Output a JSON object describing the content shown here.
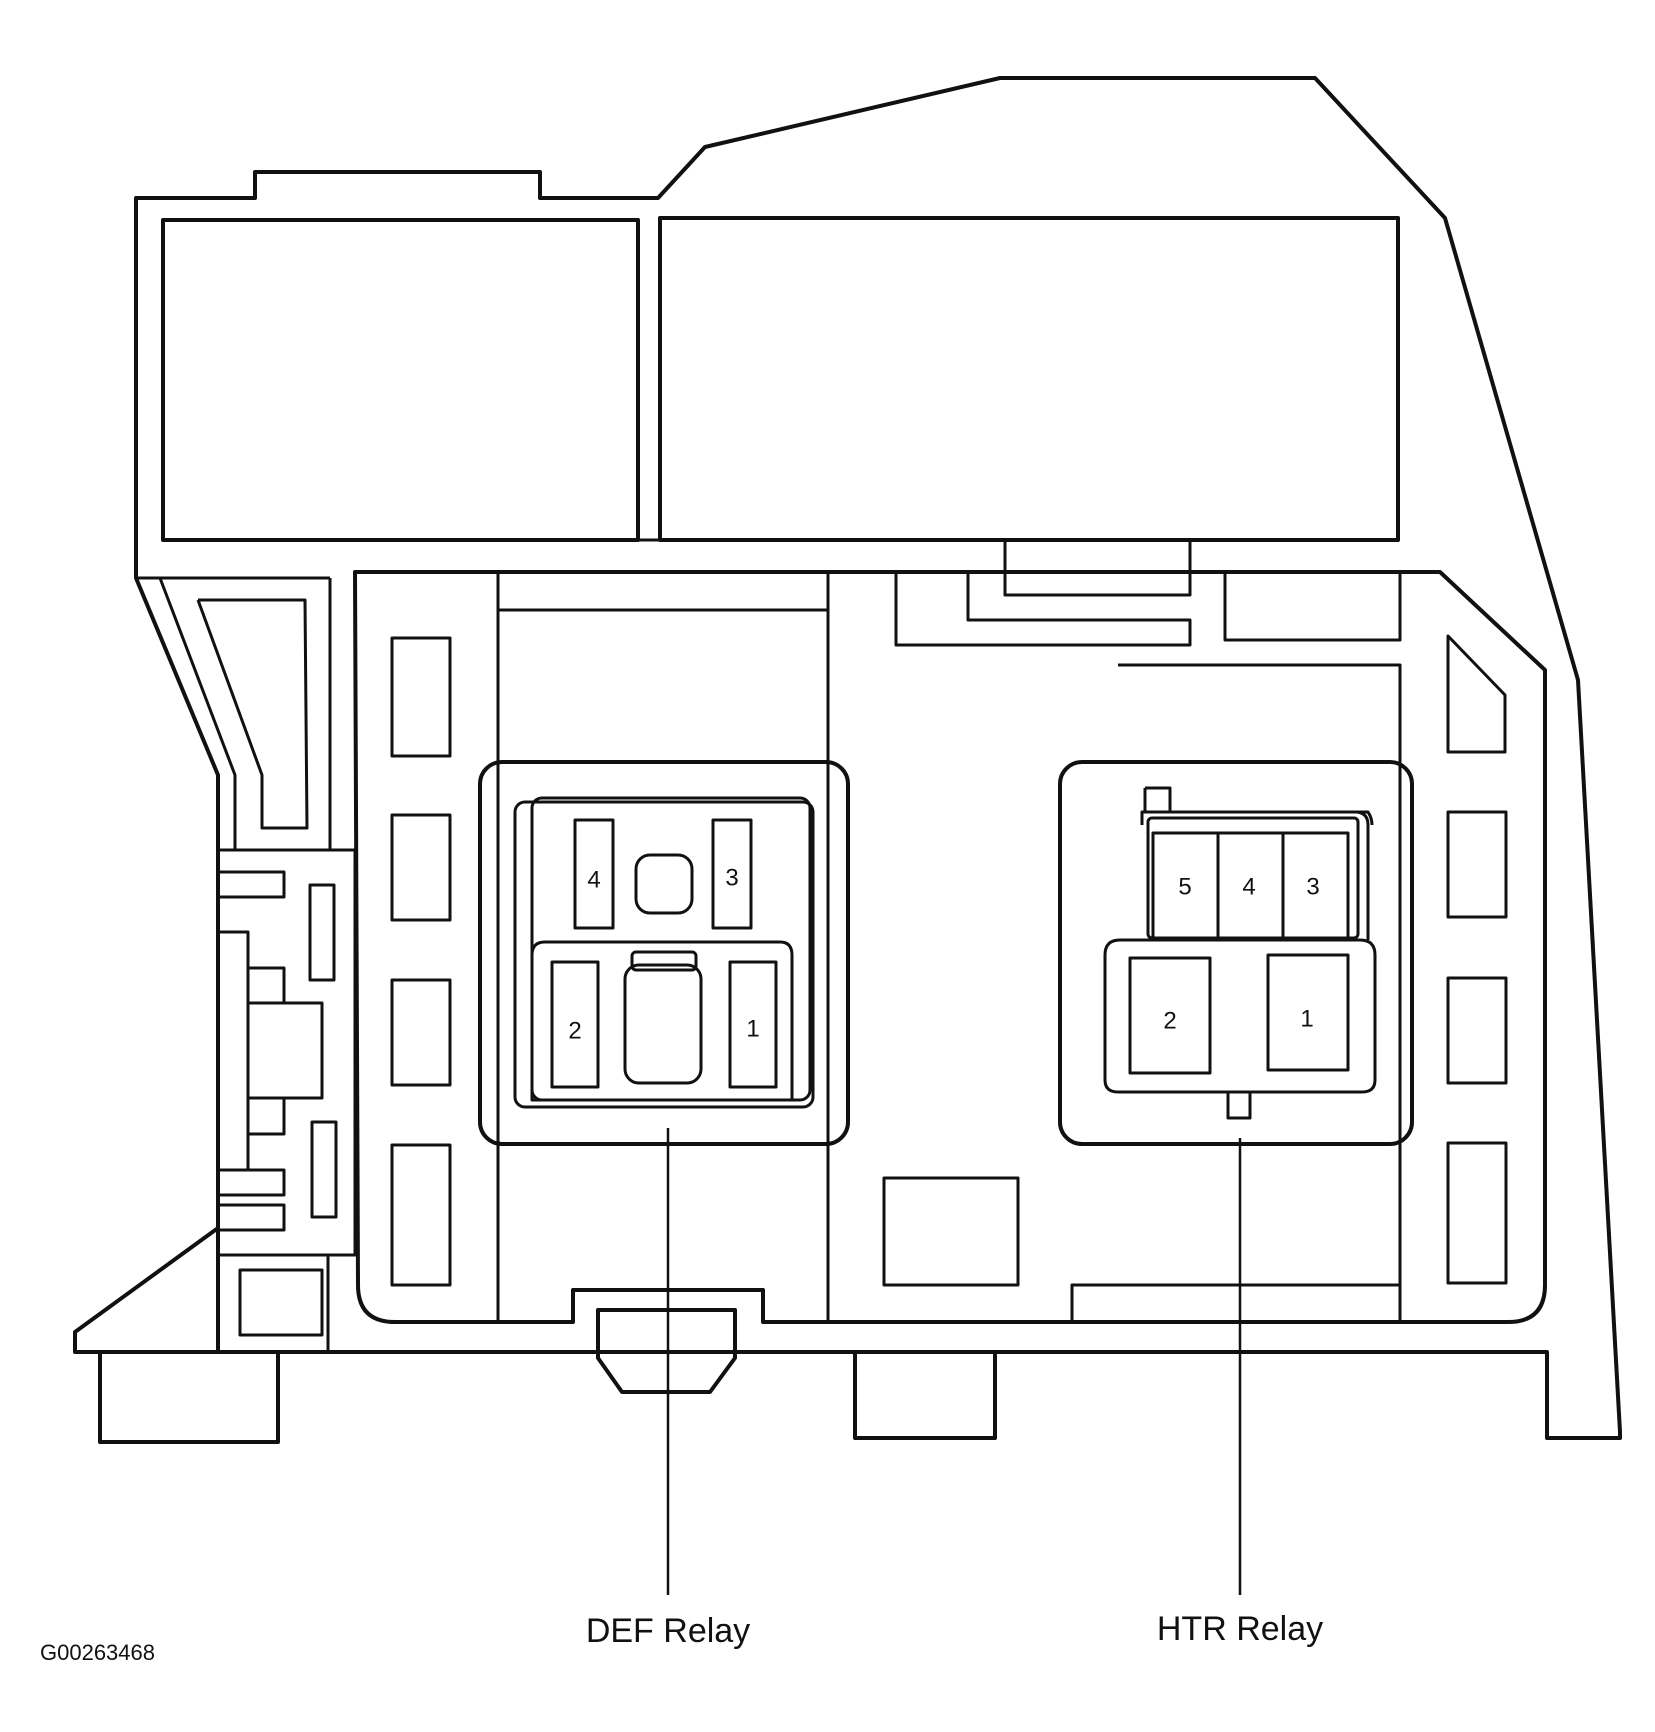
{
  "image_ref": "G00263468",
  "callouts": {
    "def_relay": "DEF Relay",
    "htr_relay": "HTR Relay"
  },
  "def_relay_pins": {
    "p1": "1",
    "p2": "2",
    "p3": "3",
    "p4": "4"
  },
  "htr_relay_pins": {
    "p1": "1",
    "p2": "2",
    "p3": "3",
    "p4": "4",
    "p5": "5"
  }
}
